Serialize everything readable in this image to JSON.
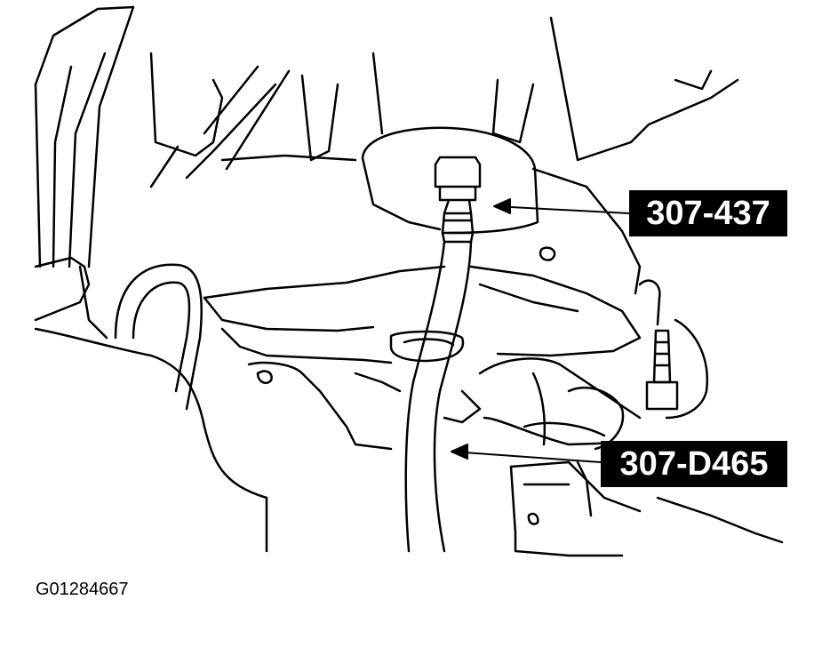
{
  "diagram": {
    "callouts": [
      {
        "id": "top",
        "label": "307-437"
      },
      {
        "id": "bottom",
        "label": "307-D465"
      }
    ],
    "figure_id": "G01284667",
    "colors": {
      "line": "#000000",
      "background": "#ffffff",
      "label_background": "#000000",
      "label_text": "#ffffff"
    }
  }
}
